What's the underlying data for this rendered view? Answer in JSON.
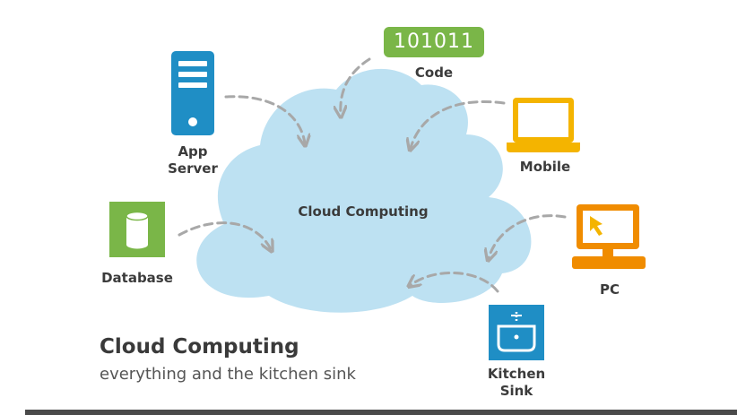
{
  "diagram": {
    "center_label": "Cloud Computing",
    "nodes": {
      "code": {
        "value": "101011",
        "label": "Code",
        "icon": "code-badge-icon",
        "color": "#7ab648"
      },
      "app_server": {
        "label_line1": "App",
        "label_line2": "Server",
        "icon": "server-icon",
        "color": "#1f8ec5"
      },
      "mobile": {
        "label": "Mobile",
        "icon": "laptop-icon",
        "color": "#f4b400"
      },
      "database": {
        "label": "Database",
        "icon": "database-icon",
        "color": "#7ab648"
      },
      "pc": {
        "label": "PC",
        "icon": "desktop-pc-icon",
        "color": "#f08c00"
      },
      "kitchen_sink": {
        "label_line1": "Kitchen",
        "label_line2": "Sink",
        "icon": "kitchen-sink-icon",
        "color": "#1f8ec5"
      }
    },
    "cloud_color": "#bde1f2",
    "arrow_color": "#a8a8a8"
  },
  "caption": {
    "title": "Cloud Computing",
    "subtitle": "everything and the kitchen sink"
  }
}
